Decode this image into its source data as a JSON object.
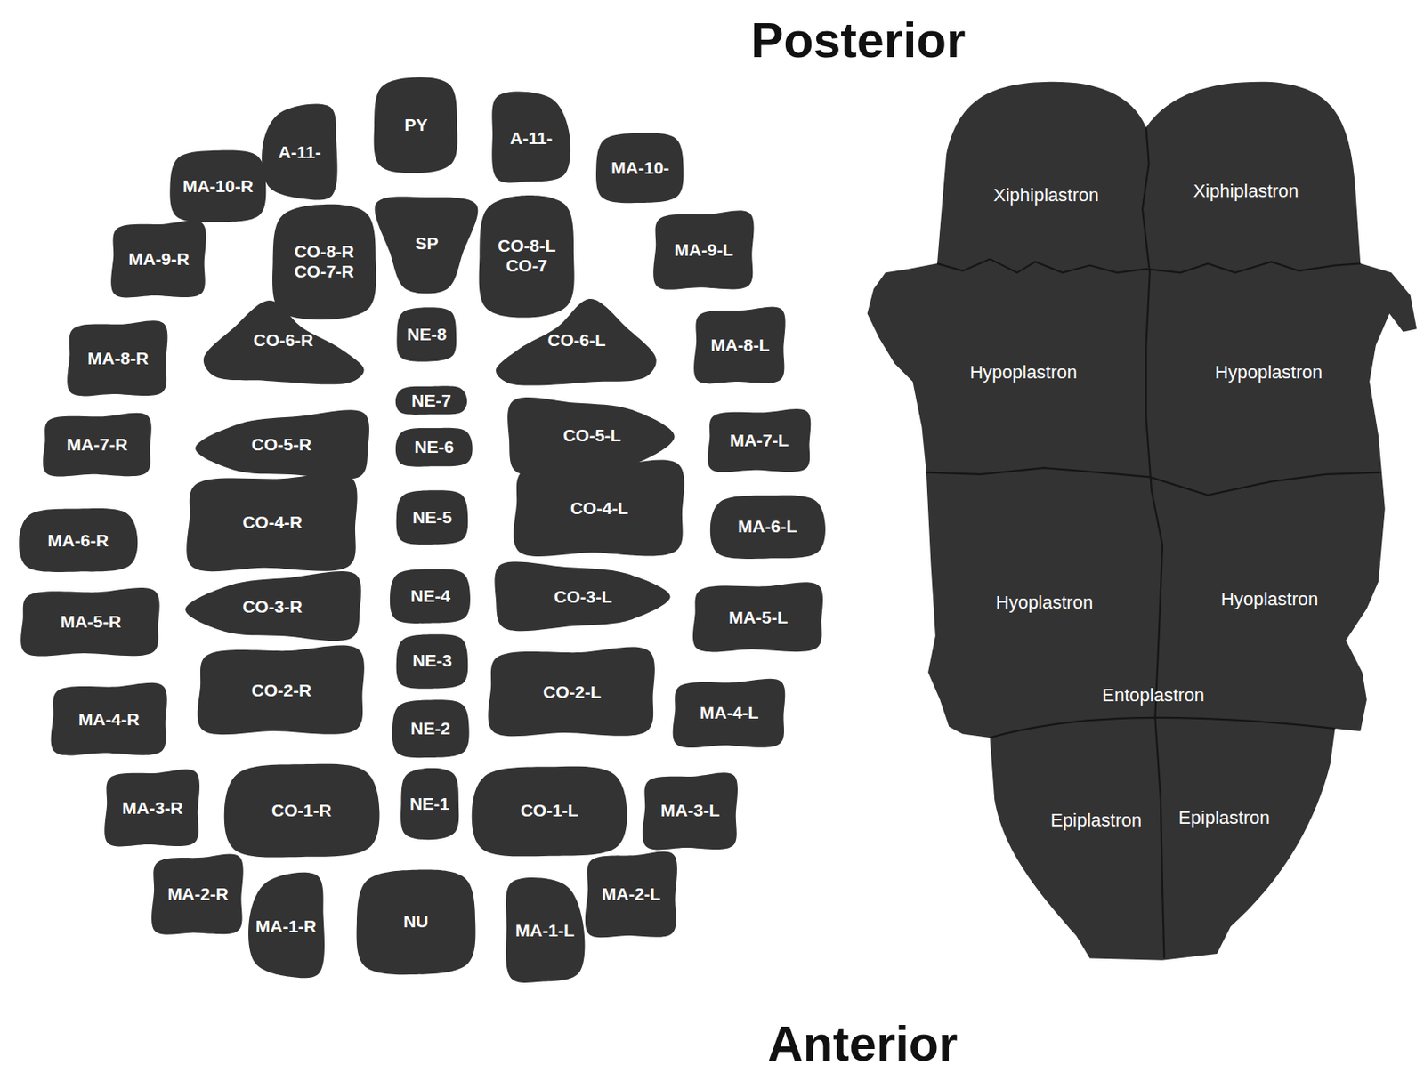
{
  "diagram": {
    "nodes": [
      {
        "text": [
          "PY"
        ]
      },
      {
        "text": [
          "A-11-"
        ]
      },
      {
        "text": [
          "A-11-"
        ]
      },
      {
        "text": [
          "MA-10-R"
        ]
      },
      {
        "text": [
          "MA-10-"
        ]
      },
      {
        "text": [
          "SP"
        ]
      },
      {
        "text": [
          "CO-8-R",
          "CO-7-R"
        ]
      },
      {
        "text": [
          "CO-8-L",
          "CO-7"
        ]
      },
      {
        "text": [
          "MA-9-R"
        ]
      },
      {
        "text": [
          "MA-9-L"
        ]
      },
      {
        "text": [
          "NE-8"
        ]
      },
      {
        "text": [
          "CO-6-R"
        ]
      },
      {
        "text": [
          "CO-6-L"
        ]
      },
      {
        "text": [
          "MA-8-R"
        ]
      },
      {
        "text": [
          "MA-8-L"
        ]
      },
      {
        "text": [
          "NE-7"
        ]
      },
      {
        "text": [
          "CO-5-R"
        ]
      },
      {
        "text": [
          "NE-6"
        ]
      },
      {
        "text": [
          "CO-5-L"
        ]
      },
      {
        "text": [
          "MA-7-R"
        ]
      },
      {
        "text": [
          "MA-7-L"
        ]
      },
      {
        "text": [
          "CO-4-R"
        ]
      },
      {
        "text": [
          "NE-5"
        ]
      },
      {
        "text": [
          "CO-4-L"
        ]
      },
      {
        "text": [
          "MA-6-R"
        ]
      },
      {
        "text": [
          "MA-6-L"
        ]
      },
      {
        "text": [
          "CO-3-R"
        ]
      },
      {
        "text": [
          "NE-4"
        ]
      },
      {
        "text": [
          "CO-3-L"
        ]
      },
      {
        "text": [
          "MA-5-R"
        ]
      },
      {
        "text": [
          "MA-5-L"
        ]
      },
      {
        "text": [
          "NE-3"
        ]
      },
      {
        "text": [
          "CO-2-R"
        ]
      },
      {
        "text": [
          "CO-2-L"
        ]
      },
      {
        "text": [
          "NE-2"
        ]
      },
      {
        "text": [
          "MA-4-R"
        ]
      },
      {
        "text": [
          "MA-4-L"
        ]
      },
      {
        "text": [
          "CO-1-R"
        ]
      },
      {
        "text": [
          "NE-1"
        ]
      },
      {
        "text": [
          "CO-1-L"
        ]
      },
      {
        "text": [
          "MA-3-R"
        ]
      },
      {
        "text": [
          "MA-3-L"
        ]
      },
      {
        "text": [
          "MA-2-R"
        ]
      },
      {
        "text": [
          "MA-2-L"
        ]
      },
      {
        "text": [
          "NU"
        ]
      },
      {
        "text": [
          "MA-1-R"
        ]
      },
      {
        "text": [
          "MA-1-L"
        ]
      },
      {
        "text": [
          "Xiphiplastron"
        ]
      },
      {
        "text": [
          "Xiphiplastron"
        ]
      },
      {
        "text": [
          "Hypoplastron"
        ]
      },
      {
        "text": [
          "Hypoplastron"
        ]
      },
      {
        "text": [
          "Hyoplastron"
        ]
      },
      {
        "text": [
          "Hyoplastron"
        ]
      },
      {
        "text": [
          "Entoplastron"
        ]
      },
      {
        "text": [
          "Epiplastron"
        ]
      },
      {
        "text": [
          "Epiplastron"
        ]
      }
    ],
    "labels": [
      "Posterior",
      "Anterior"
    ]
  }
}
